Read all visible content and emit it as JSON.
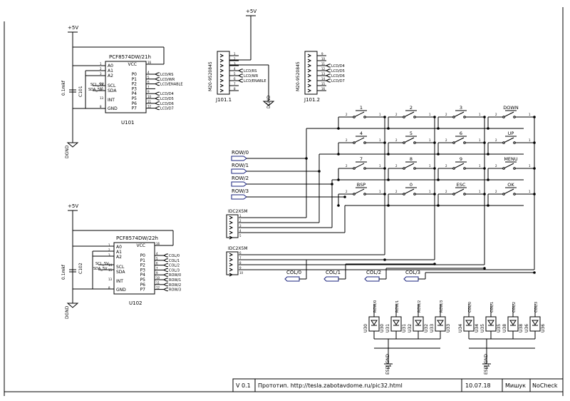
{
  "power": {
    "vcc": "+5V",
    "gnd": "DGND",
    "esd_gnd": "ESD_GND"
  },
  "u101": {
    "part": "PCF8574DW/21h",
    "ref": "U101",
    "left_pins": [
      "A0",
      "A1",
      "A2",
      "SCL",
      "SDA",
      "INT",
      "GND"
    ],
    "left_nums": [
      "1",
      "2",
      "3",
      "14",
      "15",
      "13",
      "8"
    ],
    "right_pins": [
      "VCC",
      "P0",
      "P1",
      "P2",
      "P3",
      "P4",
      "P5",
      "P6",
      "P7"
    ],
    "right_nums": [
      "16",
      "4",
      "5",
      "6",
      "7",
      "9",
      "10",
      "11",
      "12"
    ],
    "nets": [
      "LCD/RS",
      "LCD/WR",
      "LCD/ENABLE",
      "",
      "LCD/D4",
      "LCD/D5",
      "LCD/D6",
      "LCD/D7"
    ],
    "bus": [
      "SCL_5V",
      "SDA_5V"
    ],
    "cap": "0.1mkf",
    "cap_ref": "C101"
  },
  "u102": {
    "part": "PCF8574DW/22h",
    "ref": "U102",
    "left_pins": [
      "A0",
      "A1",
      "A2",
      "SCL",
      "SDA",
      "INT",
      "GND"
    ],
    "left_nums": [
      "1",
      "2",
      "3",
      "14",
      "15",
      "13",
      "8"
    ],
    "right_pins": [
      "VCC",
      "P0",
      "P1",
      "P2",
      "P3",
      "P4",
      "P5",
      "P6",
      "P7"
    ],
    "right_nums": [
      "16",
      "4",
      "5",
      "6",
      "7",
      "9",
      "10",
      "11",
      "12"
    ],
    "nets": [
      "COL/0",
      "COL/1",
      "COL/2",
      "COL/3",
      "ROW/0",
      "ROW/1",
      "ROW/2",
      "ROW/3"
    ],
    "bus": [
      "SCL_5V",
      "SDA_5V"
    ],
    "cap": "0.1mkf",
    "cap_ref": "C102"
  },
  "j101_1": {
    "part": "M20-9520845",
    "ref": "J101.1",
    "pins": [
      "1",
      "2",
      "3",
      "4",
      "5",
      "6",
      "7",
      "8"
    ],
    "nets": [
      "LCD/RS",
      "LCD/WR",
      "LCD/ENABLE"
    ]
  },
  "j101_2": {
    "part": "M20-9520845",
    "ref": "J101.2",
    "pins": [
      "9",
      "10",
      "11",
      "12",
      "13",
      "14",
      "15",
      "16"
    ],
    "nets": [
      "LCD/D4",
      "LCD/D5",
      "LCD/D6",
      "LCD/D7"
    ]
  },
  "keys": [
    [
      "1",
      "2",
      "3",
      "DOWN"
    ],
    [
      "4",
      "5",
      "6",
      "UP"
    ],
    [
      "7",
      "8",
      "9",
      "MENU"
    ],
    [
      "BSP",
      "0",
      "ESC",
      "OK"
    ]
  ],
  "key_pins": [
    "2",
    "1"
  ],
  "rows": [
    "ROW/0",
    "ROW/1",
    "ROW/2",
    "ROW/3"
  ],
  "cols": [
    "COL/0",
    "COL/1",
    "COL/2",
    "COL/3"
  ],
  "idc1": {
    "name": "IDC2X5M",
    "pins": [
      "1",
      "2",
      "3",
      "4",
      "5"
    ]
  },
  "idc2": {
    "name": "IDC2X5M",
    "pins": [
      "6",
      "7",
      "8",
      "9",
      "10"
    ]
  },
  "esd": {
    "left_refs": [
      "U30",
      "U31",
      "U32",
      "U33"
    ],
    "left_nets": [
      "ROW/0",
      "ROW/1",
      "ROW/2",
      "ROW/3"
    ],
    "right_refs": [
      "U34",
      "U35",
      "U38",
      "U36"
    ],
    "right_nets": [
      "COL/0",
      "COL/1",
      "COL/2",
      "COL/3"
    ]
  },
  "title_block": {
    "version": "V 0.1",
    "desc": "Прототип. http://tesla.zabotavdome.ru/pic32.html",
    "date": "10.07.18",
    "author": "Мишук",
    "check": "NoCheck"
  }
}
